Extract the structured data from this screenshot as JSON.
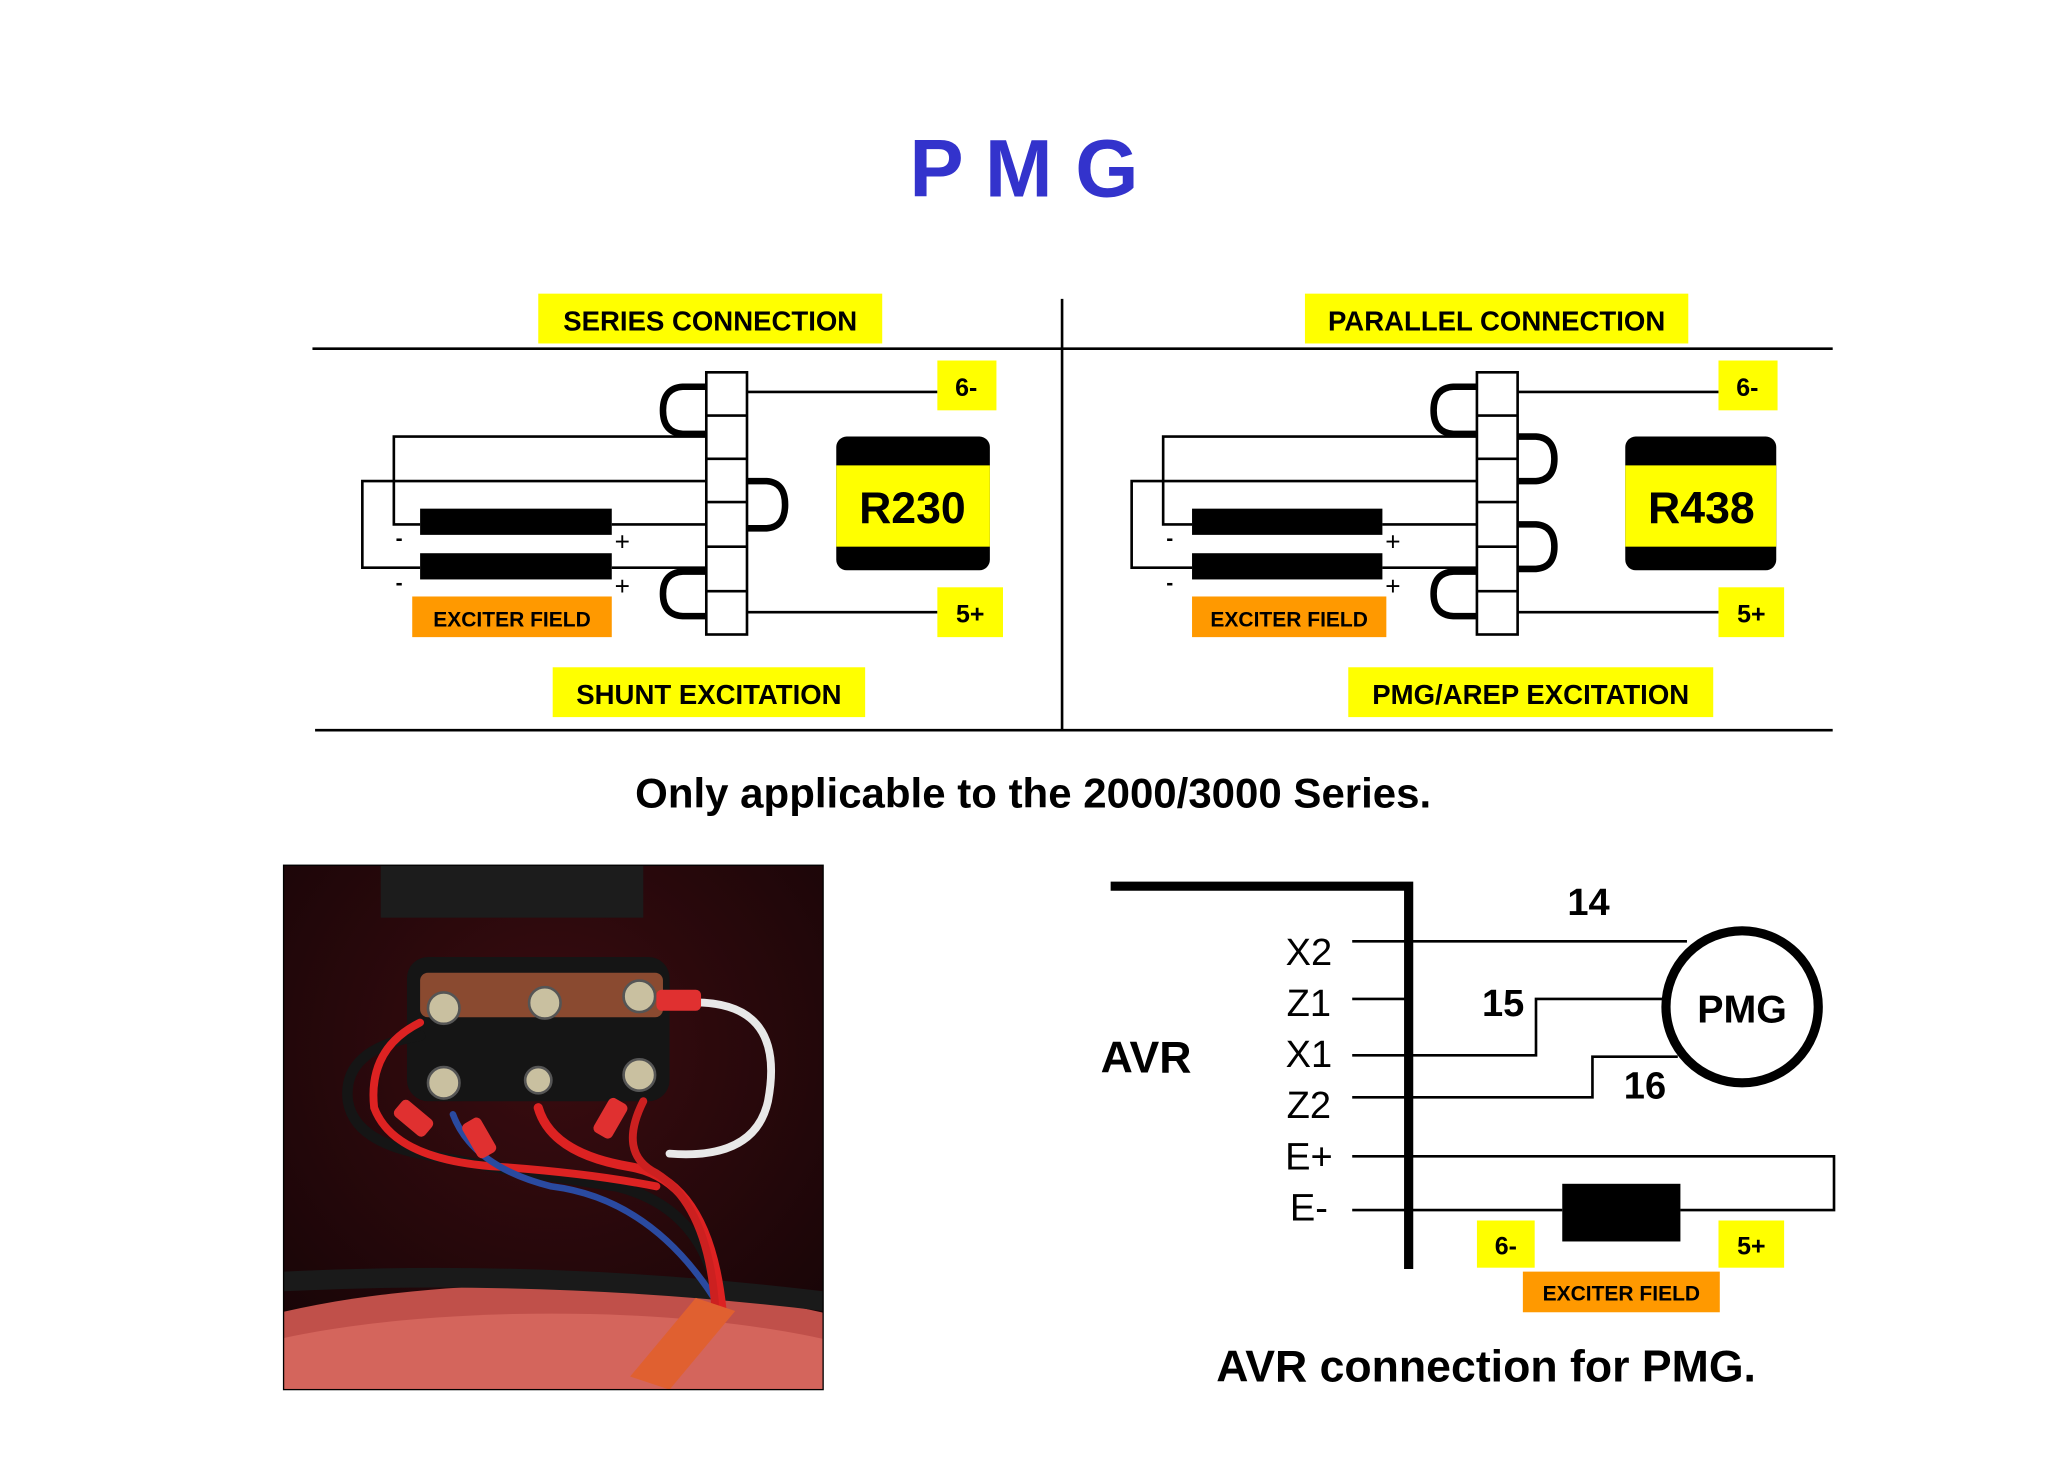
{
  "title": "P M G",
  "colors": {
    "title": "#3333cc",
    "label_bg": "#ffff00",
    "exciter_bg": "#ff9900",
    "wire": "#000000"
  },
  "series": {
    "header": "SERIES CONNECTION",
    "footer": "SHUNT EXCITATION",
    "regulator": "R230",
    "terminal_neg": "6-",
    "terminal_pos": "5+",
    "exciter": "EXCITER FIELD",
    "coil_minus": "-",
    "coil_plus": "+"
  },
  "parallel": {
    "header": "PARALLEL CONNECTION",
    "footer": "PMG/AREP EXCITATION",
    "regulator": "R438",
    "terminal_neg": "6-",
    "terminal_pos": "5+",
    "exciter": "EXCITER FIELD",
    "coil_minus": "-",
    "coil_plus": "+"
  },
  "note": "Only applicable to the 2000/3000 Series.",
  "photo": {
    "subject": "terminal-block-photo"
  },
  "avr_diagram": {
    "avr_label": "AVR",
    "pins": [
      "X2",
      "Z1",
      "X1",
      "Z2",
      "E+",
      "E-"
    ],
    "wire_14": "14",
    "wire_15": "15",
    "wire_16": "16",
    "pmg_label": "PMG",
    "terminal_neg": "6-",
    "terminal_pos": "5+",
    "exciter": "EXCITER FIELD"
  },
  "caption": "AVR connection for PMG."
}
